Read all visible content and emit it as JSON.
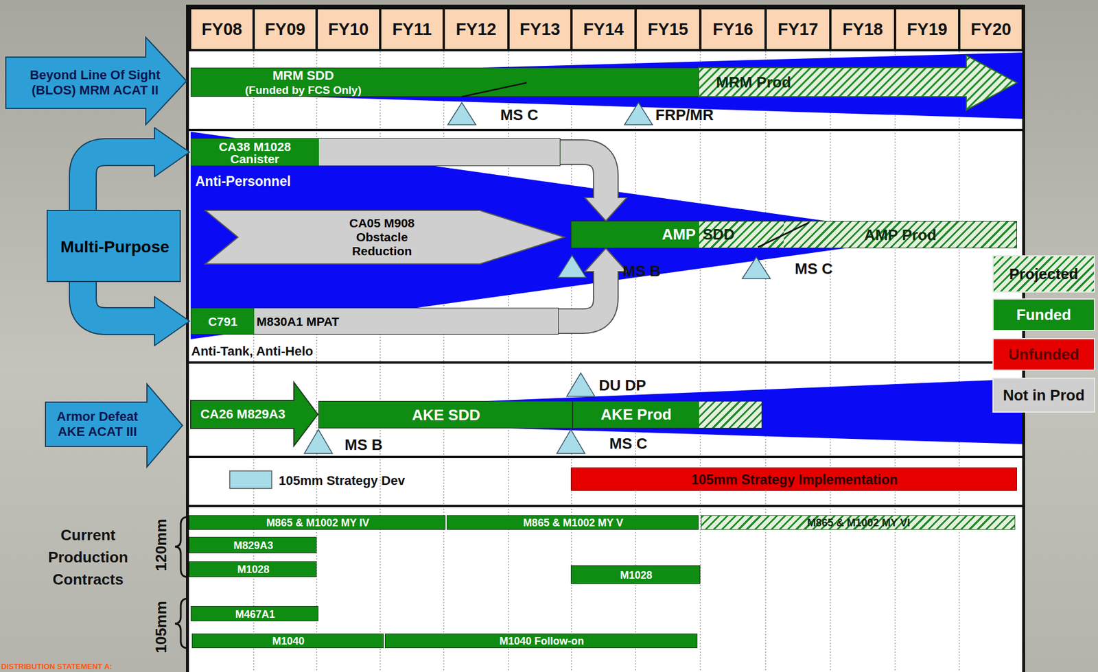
{
  "diagram": {
    "nodes": [
      {
        "text": [
          "Beyond Line Of Sight (BLOS) MRM ACAT II"
        ]
      },
      {
        "text": [
          "MRM SDD",
          "(Funded by FCS Only)"
        ]
      },
      {
        "text": [
          "MRM Prod"
        ]
      },
      {
        "text": [
          "Multi-Purpose"
        ]
      },
      {
        "text": [
          "CA38 M1028 Canister"
        ]
      },
      {
        "text": [
          "CA05 M908 Obstacle Reduction"
        ]
      },
      {
        "text": [
          "AMP",
          "SDD"
        ]
      },
      {
        "text": [
          "AMP Prod"
        ]
      },
      {
        "text": [
          "C791",
          "M830A1 MPAT"
        ]
      },
      {
        "text": [
          "Armor Defeat AKE ACAT III"
        ]
      },
      {
        "text": [
          "CA26 M829A3"
        ]
      },
      {
        "text": [
          "AKE SDD"
        ]
      },
      {
        "text": [
          "AKE Prod"
        ]
      },
      {
        "text": [
          "105mm Strategy Implementation"
        ]
      },
      {
        "text": [
          "M865 & M1002 MY IV"
        ]
      },
      {
        "text": [
          "M865 & M1002 MY V"
        ]
      },
      {
        "text": [
          "M865 & M1002 MY VI"
        ]
      },
      {
        "text": [
          "M829A3"
        ]
      },
      {
        "text": [
          "M1028"
        ]
      },
      {
        "text": [
          "M1028"
        ]
      },
      {
        "text": [
          "M467A1"
        ]
      },
      {
        "text": [
          "M1040"
        ]
      },
      {
        "text": [
          "M1040 Follow-on"
        ]
      }
    ],
    "edges": [
      {
        "from": 3,
        "to": 4,
        "arrow": "to"
      },
      {
        "from": 3,
        "to": 8,
        "arrow": "to"
      },
      {
        "from": 4,
        "to": 6,
        "arrow": "to"
      },
      {
        "from": 8,
        "to": 6,
        "arrow": "to"
      }
    ],
    "labels": [
      "FY08",
      "FY09",
      "FY10",
      "FY11",
      "FY12",
      "FY13",
      "FY14",
      "FY15",
      "FY16",
      "FY17",
      "FY18",
      "FY19",
      "FY20",
      "MS C",
      "FRP/MR",
      "Anti-Personnel",
      "MS B",
      "MS C",
      "Anti-Tank, Anti-Helo",
      "DU DP",
      "MS B",
      "MS C",
      "105mm Strategy Dev",
      "Current Production Contracts",
      "120mm",
      "105mm",
      "DISTRIBUTION STATEMENT A:"
    ],
    "legend": [
      {
        "text": "Projected"
      },
      {
        "text": "Funded",
        "color": "#0f8c12"
      },
      {
        "text": "Unfunded",
        "color": "#e60000"
      },
      {
        "text": "Not in Prod",
        "color": "#cfcfcf"
      }
    ]
  }
}
